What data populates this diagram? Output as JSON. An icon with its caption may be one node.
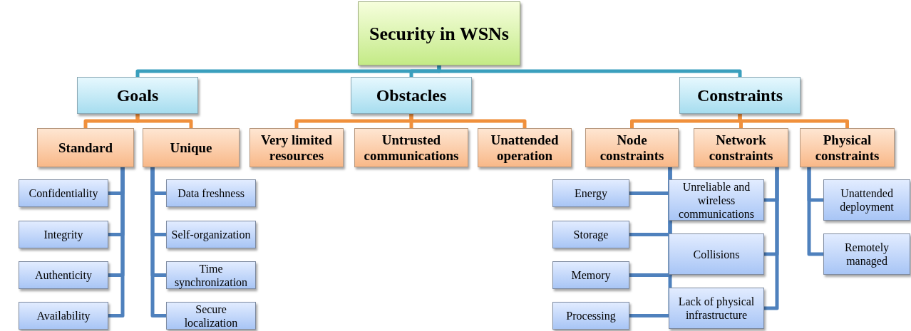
{
  "diagram": {
    "nodes": [
      {
        "text": [
          "Security in WSNs"
        ]
      },
      {
        "text": [
          "Goals"
        ]
      },
      {
        "text": [
          "Obstacles"
        ]
      },
      {
        "text": [
          "Constraints"
        ]
      },
      {
        "text": [
          "Standard"
        ]
      },
      {
        "text": [
          "Unique"
        ]
      },
      {
        "text": [
          "Very limited resources"
        ]
      },
      {
        "text": [
          "Untrusted communications"
        ]
      },
      {
        "text": [
          "Unattended operation"
        ]
      },
      {
        "text": [
          "Node constraints"
        ]
      },
      {
        "text": [
          "Network constraints"
        ]
      },
      {
        "text": [
          "Physical constraints"
        ]
      },
      {
        "text": [
          "Confidentiality"
        ]
      },
      {
        "text": [
          "Integrity"
        ]
      },
      {
        "text": [
          "Authenticity"
        ]
      },
      {
        "text": [
          "Availability"
        ]
      },
      {
        "text": [
          "Data freshness"
        ]
      },
      {
        "text": [
          "Self-organization"
        ]
      },
      {
        "text": [
          "Time synchronization"
        ]
      },
      {
        "text": [
          "Secure localization"
        ]
      },
      {
        "text": [
          "Energy"
        ]
      },
      {
        "text": [
          "Storage"
        ]
      },
      {
        "text": [
          "Memory"
        ]
      },
      {
        "text": [
          "Processing"
        ]
      },
      {
        "text": [
          "Unreliable and wireless communications"
        ]
      },
      {
        "text": [
          "Collisions"
        ]
      },
      {
        "text": [
          "Lack of physical infrastructure"
        ]
      },
      {
        "text": [
          "Unattended deployment"
        ]
      },
      {
        "text": [
          "Remotely managed"
        ]
      }
    ],
    "edges": [
      {
        "from": 0,
        "to": 1,
        "arrow": "none",
        "color": "#3a9fbd"
      },
      {
        "from": 0,
        "to": 2,
        "arrow": "none",
        "color": "#3a9fbd"
      },
      {
        "from": 0,
        "to": 3,
        "arrow": "none",
        "color": "#3a9fbd"
      },
      {
        "from": 1,
        "to": 4,
        "arrow": "none",
        "color": "#f0903c"
      },
      {
        "from": 1,
        "to": 5,
        "arrow": "none",
        "color": "#f0903c"
      },
      {
        "from": 2,
        "to": 6,
        "arrow": "none",
        "color": "#f0903c"
      },
      {
        "from": 2,
        "to": 7,
        "arrow": "none",
        "color": "#f0903c"
      },
      {
        "from": 2,
        "to": 8,
        "arrow": "none",
        "color": "#f0903c"
      },
      {
        "from": 3,
        "to": 9,
        "arrow": "none",
        "color": "#f0903c"
      },
      {
        "from": 3,
        "to": 10,
        "arrow": "none",
        "color": "#f0903c"
      },
      {
        "from": 3,
        "to": 11,
        "arrow": "none",
        "color": "#f0903c"
      },
      {
        "from": 4,
        "to": 12,
        "arrow": "none"
      },
      {
        "from": 4,
        "to": 13,
        "arrow": "none"
      },
      {
        "from": 4,
        "to": 14,
        "arrow": "none"
      },
      {
        "from": 4,
        "to": 15,
        "arrow": "none"
      },
      {
        "from": 5,
        "to": 16,
        "arrow": "none"
      },
      {
        "from": 5,
        "to": 17,
        "arrow": "none"
      },
      {
        "from": 5,
        "to": 18,
        "arrow": "none"
      },
      {
        "from": 5,
        "to": 19,
        "arrow": "none"
      },
      {
        "from": 9,
        "to": 20,
        "arrow": "none"
      },
      {
        "from": 9,
        "to": 21,
        "arrow": "none"
      },
      {
        "from": 9,
        "to": 22,
        "arrow": "none"
      },
      {
        "from": 9,
        "to": 23,
        "arrow": "none"
      },
      {
        "from": 10,
        "to": 24,
        "arrow": "none"
      },
      {
        "from": 10,
        "to": 25,
        "arrow": "none"
      },
      {
        "from": 10,
        "to": 26,
        "arrow": "none"
      },
      {
        "from": 11,
        "to": 27,
        "arrow": "none"
      },
      {
        "from": 11,
        "to": 28,
        "arrow": "none"
      }
    ]
  }
}
